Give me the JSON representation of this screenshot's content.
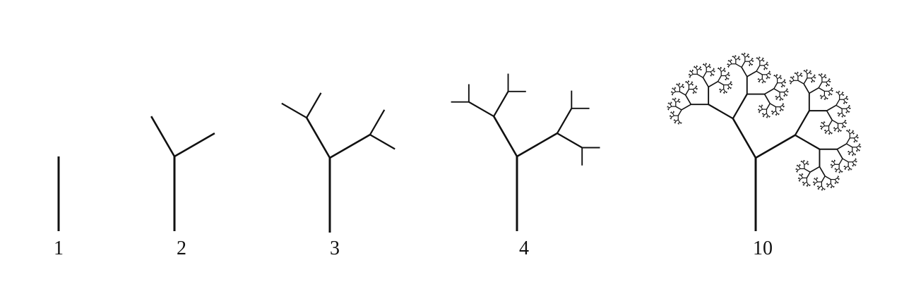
{
  "figure": {
    "stages": [
      {
        "label": "1",
        "depth": 1
      },
      {
        "label": "2",
        "depth": 2
      },
      {
        "label": "3",
        "depth": 3
      },
      {
        "label": "4",
        "depth": 4
      },
      {
        "label": "10",
        "depth": 10
      }
    ],
    "stroke_color": "#111111",
    "background_color": "#ffffff"
  }
}
